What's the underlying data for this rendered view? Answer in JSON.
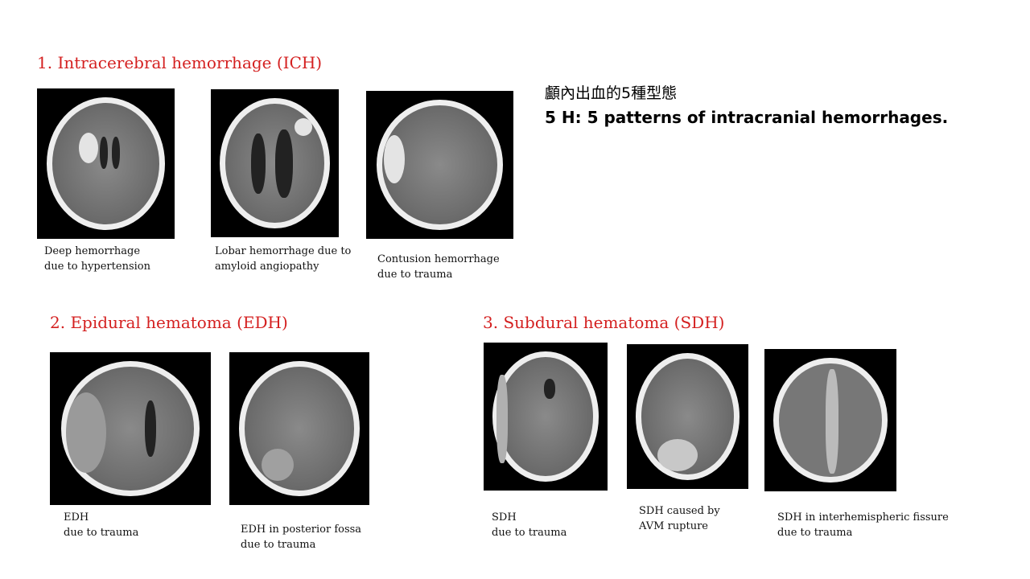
{
  "heading": {
    "line1": "顱內出血的5種型態",
    "line2": "5 H:  5 patterns of intracranial hemorrhages."
  },
  "sections": {
    "ich": {
      "title": "1. Intracerebral hemorrhage (ICH)",
      "images": [
        {
          "caption_1": "Deep hemorrhage",
          "caption_2": "due to hypertension"
        },
        {
          "caption_1": "Lobar hemorrhage due to",
          "caption_2": "amyloid angiopathy"
        },
        {
          "caption_1": "Contusion hemorrhage",
          "caption_2": "due to trauma"
        }
      ]
    },
    "edh": {
      "title": "2. Epidural hematoma (EDH)",
      "images": [
        {
          "caption_1": "EDH",
          "caption_2": "due to trauma"
        },
        {
          "caption_1": "EDH in posterior fossa",
          "caption_2": "due to trauma"
        }
      ]
    },
    "sdh": {
      "title": "3. Subdural hematoma (SDH)",
      "images": [
        {
          "caption_1": "SDH",
          "caption_2": "due to trauma"
        },
        {
          "caption_1": "SDH caused by",
          "caption_2": "AVM rupture"
        },
        {
          "caption_1": "SDH in interhemispheric fissure",
          "caption_2": "due to trauma"
        }
      ]
    }
  },
  "colors": {
    "title": "#d42020"
  }
}
